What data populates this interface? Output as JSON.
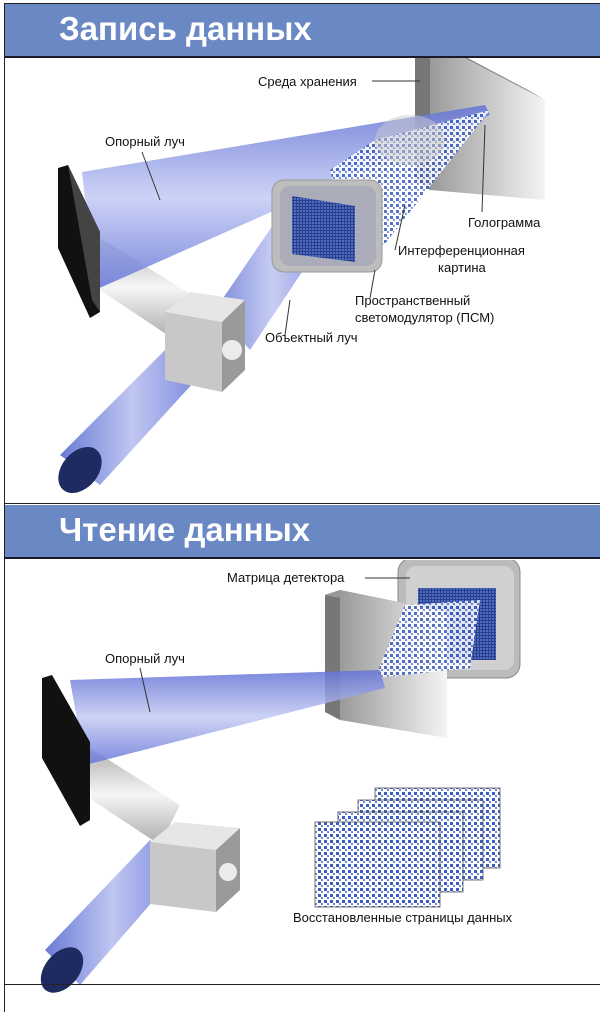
{
  "write_section": {
    "title": "Запись данных",
    "labels": {
      "storage_medium": "Среда хранения",
      "reference_beam": "Опорный луч",
      "hologram": "Голограмма",
      "interference_1": "Интерференционная",
      "interference_2": "картина",
      "slm_1": "Пространственный",
      "slm_2": "светомодулятор (ПСМ)",
      "object_beam": "Объектный луч"
    }
  },
  "read_section": {
    "title": "Чтение данных",
    "labels": {
      "detector_matrix": "Матрица детектора",
      "reference_beam": "Опорный луч",
      "reconstructed_pages": "Восстановленные страницы данных"
    }
  },
  "colors": {
    "header": "#6a88c4",
    "beam": "#7f8fe0"
  }
}
